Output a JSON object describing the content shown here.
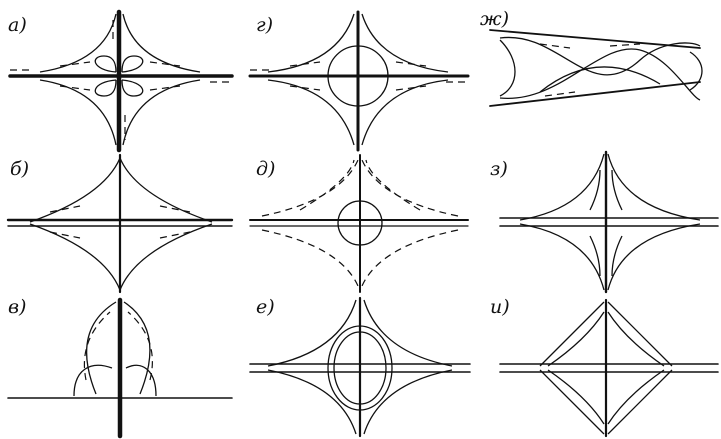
{
  "panels": [
    {
      "id": "a",
      "label": "а)"
    },
    {
      "id": "g",
      "label": "г)"
    },
    {
      "id": "zh",
      "label": "ж)"
    },
    {
      "id": "b",
      "label": "б)"
    },
    {
      "id": "d",
      "label": "д)"
    },
    {
      "id": "z",
      "label": "з)"
    },
    {
      "id": "v",
      "label": "в)"
    },
    {
      "id": "e",
      "label": "е)"
    },
    {
      "id": "i",
      "label": "и)"
    }
  ],
  "colors": {
    "ink": "#111111",
    "paper": "#ffffff"
  }
}
